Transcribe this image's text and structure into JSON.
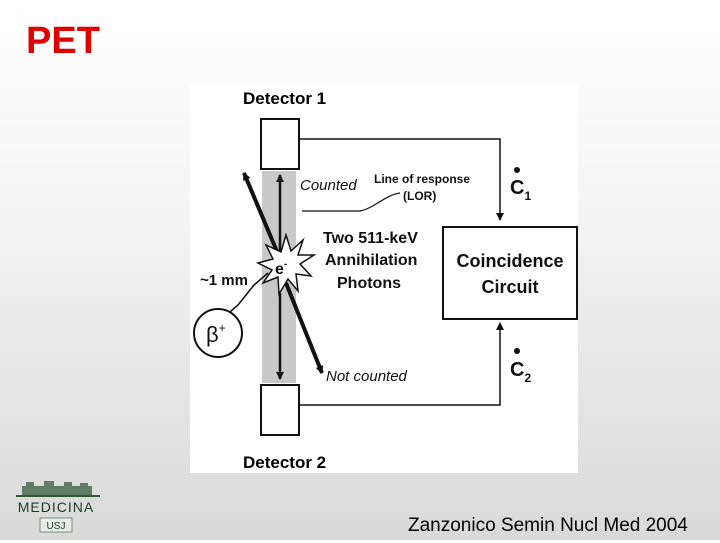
{
  "slide": {
    "title": "PET",
    "citation": "Zanzonico Semin Nucl Med 2004"
  },
  "diagram": {
    "detector_top": "Detector 1",
    "detector_bottom": "Detector 2",
    "counted": "Counted",
    "not_counted": "Not counted",
    "lor_line1": "Line of response",
    "lor_line2": "(LOR)",
    "photons_line1": "Two 511-keV",
    "photons_line2": "Annihilation",
    "photons_line3": "Photons",
    "distance": "~1 mm",
    "electron": "e",
    "electron_sup": "-",
    "positron": "β",
    "positron_sup": "+",
    "coincidence_line1": "Coincidence",
    "coincidence_line2": "Circuit",
    "c1": "C",
    "c1_sub": "1",
    "c2": "C",
    "c2_sub": "2"
  },
  "logo": {
    "name": "MEDICINA",
    "sub": "USJ"
  },
  "colors": {
    "title": "#e00000",
    "lor_band": "#c8c8c8"
  }
}
